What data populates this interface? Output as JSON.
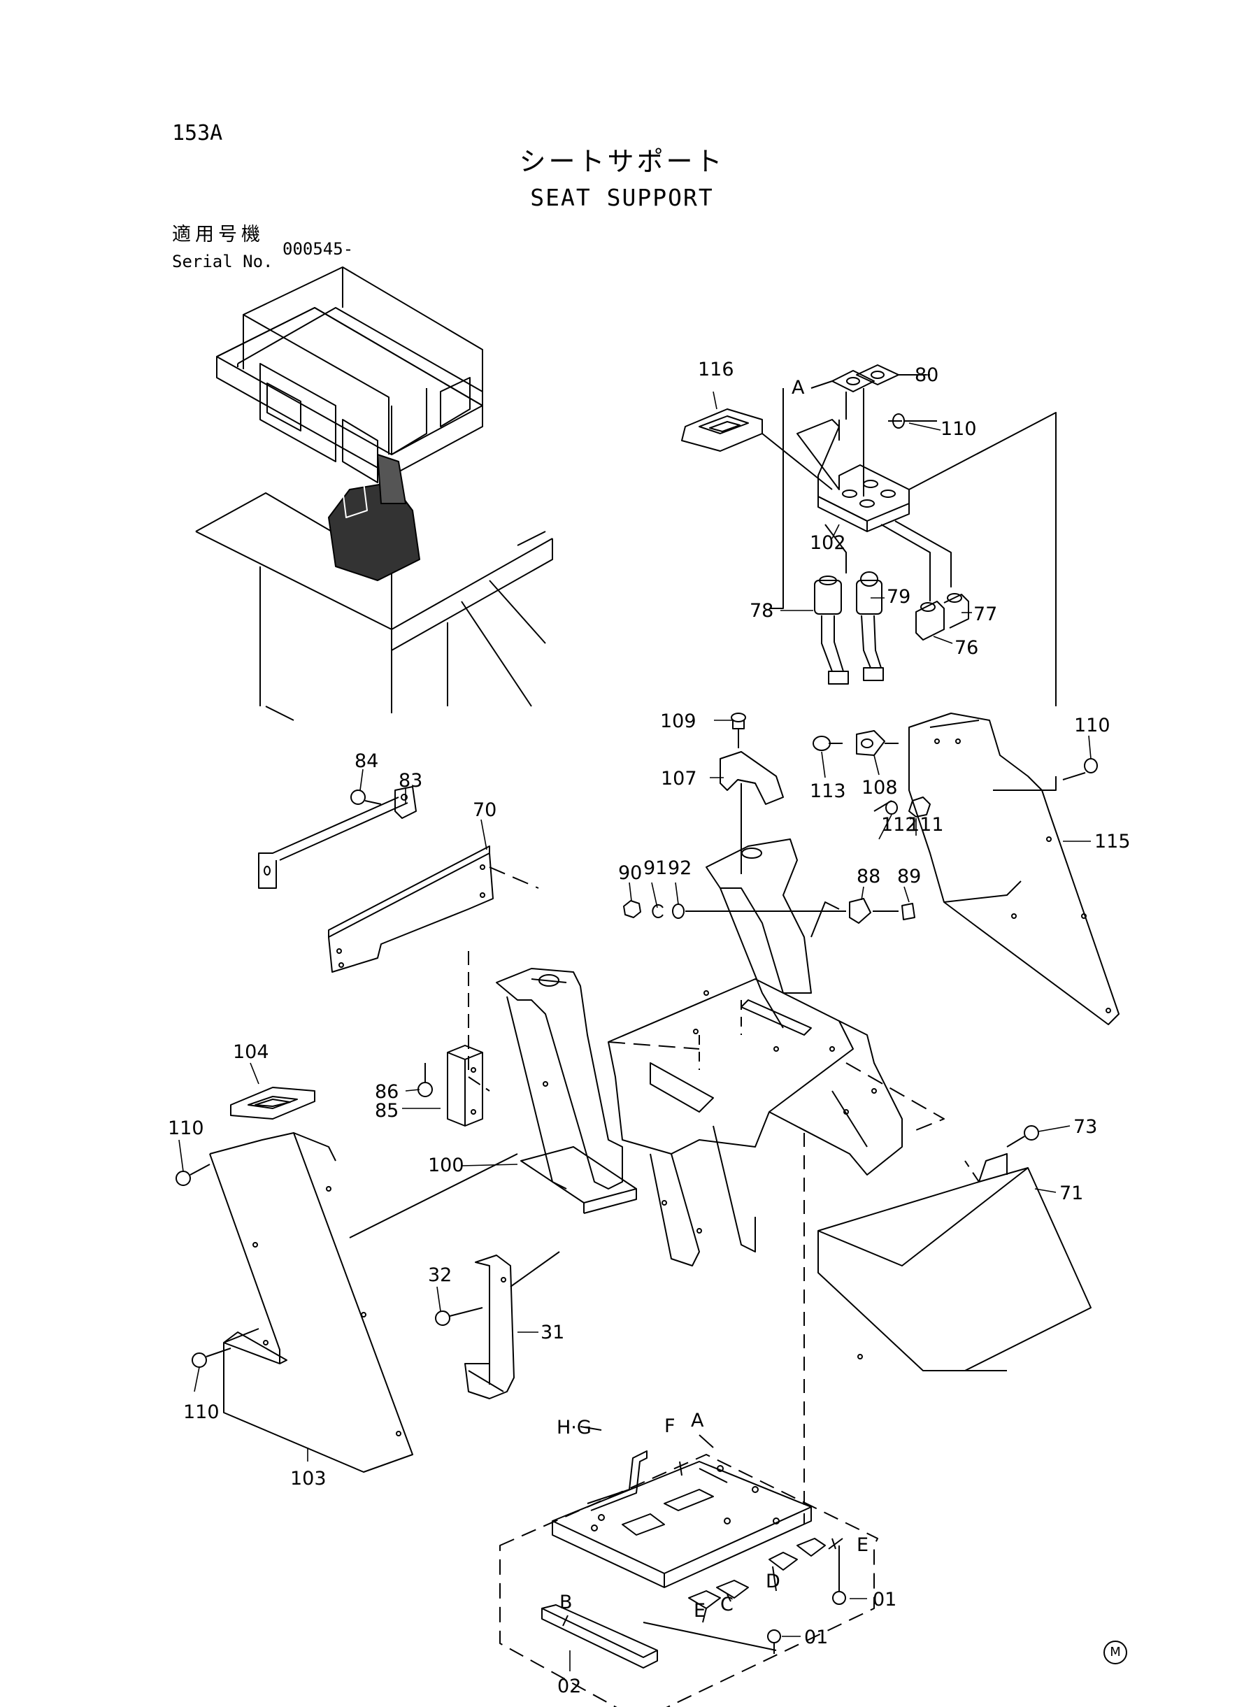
{
  "header": {
    "page_number": "153A",
    "title_japanese": "シートサポート",
    "title_english": "SEAT SUPPORT",
    "serial_label_japanese": "適用号機",
    "serial_label_english": "Serial No.",
    "serial_value": "000545-"
  },
  "footer": {
    "mark": "M"
  },
  "parts": [
    {
      "id": "116",
      "text": "116"
    },
    {
      "id": "A-top",
      "text": "A"
    },
    {
      "id": "80",
      "text": "80"
    },
    {
      "id": "110-top",
      "text": "110"
    },
    {
      "id": "102",
      "text": "102"
    },
    {
      "id": "78",
      "text": "78"
    },
    {
      "id": "79",
      "text": "79"
    },
    {
      "id": "77",
      "text": "77"
    },
    {
      "id": "76",
      "text": "76"
    },
    {
      "id": "109",
      "text": "109"
    },
    {
      "id": "107",
      "text": "107"
    },
    {
      "id": "113",
      "text": "113"
    },
    {
      "id": "108",
      "text": "108"
    },
    {
      "id": "110-right",
      "text": "110"
    },
    {
      "id": "112",
      "text": "112"
    },
    {
      "id": "111",
      "text": "111"
    },
    {
      "id": "115",
      "text": "115"
    },
    {
      "id": "84",
      "text": "84"
    },
    {
      "id": "83",
      "text": "83"
    },
    {
      "id": "70",
      "text": "70"
    },
    {
      "id": "90",
      "text": "90"
    },
    {
      "id": "91",
      "text": "91"
    },
    {
      "id": "92",
      "text": "92"
    },
    {
      "id": "88",
      "text": "88"
    },
    {
      "id": "89",
      "text": "89"
    },
    {
      "id": "104",
      "text": "104"
    },
    {
      "id": "86",
      "text": "86"
    },
    {
      "id": "85",
      "text": "85"
    },
    {
      "id": "110-left",
      "text": "110"
    },
    {
      "id": "100",
      "text": "100"
    },
    {
      "id": "73",
      "text": "73"
    },
    {
      "id": "71",
      "text": "71"
    },
    {
      "id": "32",
      "text": "32"
    },
    {
      "id": "31",
      "text": "31"
    },
    {
      "id": "F",
      "text": "F"
    },
    {
      "id": "A-bottom",
      "text": "A"
    },
    {
      "id": "H-G",
      "text": "H·G"
    },
    {
      "id": "E-right",
      "text": "E"
    },
    {
      "id": "110-bottom",
      "text": "110"
    },
    {
      "id": "D",
      "text": "D"
    },
    {
      "id": "B",
      "text": "B"
    },
    {
      "id": "C",
      "text": "C"
    },
    {
      "id": "E-bottom",
      "text": "E"
    },
    {
      "id": "103",
      "text": "103"
    },
    {
      "id": "01-right",
      "text": "01"
    },
    {
      "id": "01-bottom",
      "text": "01"
    },
    {
      "id": "02",
      "text": "02"
    }
  ]
}
